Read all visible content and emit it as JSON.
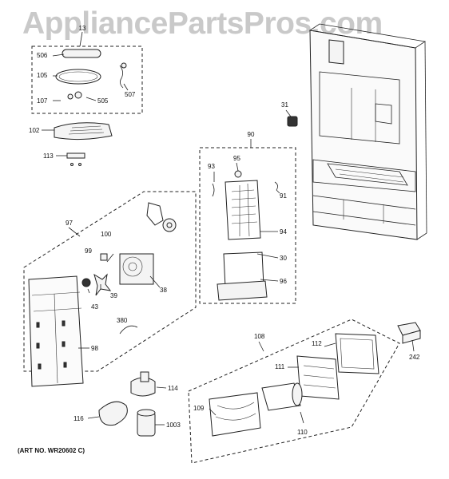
{
  "watermark": "AppliancePartsPros.com",
  "art_no": "(ART NO. WR20602 C)",
  "labels": {
    "l13": "13",
    "l506": "506",
    "l105": "105",
    "l107": "107",
    "l505": "505",
    "l507": "507",
    "l102": "102",
    "l113": "113",
    "l31": "31",
    "l90": "90",
    "l93": "93",
    "l95": "95",
    "l91": "91",
    "l94": "94",
    "l30": "30",
    "l96": "96",
    "l97": "97",
    "l100": "100",
    "l99": "99",
    "l43": "43",
    "l39": "39",
    "l38": "38",
    "l380": "380",
    "l98": "98",
    "l108": "108",
    "l112": "112",
    "l242": "242",
    "l111": "111",
    "l114": "114",
    "l116": "116",
    "l1003": "1003",
    "l109": "109",
    "l110": "110"
  }
}
